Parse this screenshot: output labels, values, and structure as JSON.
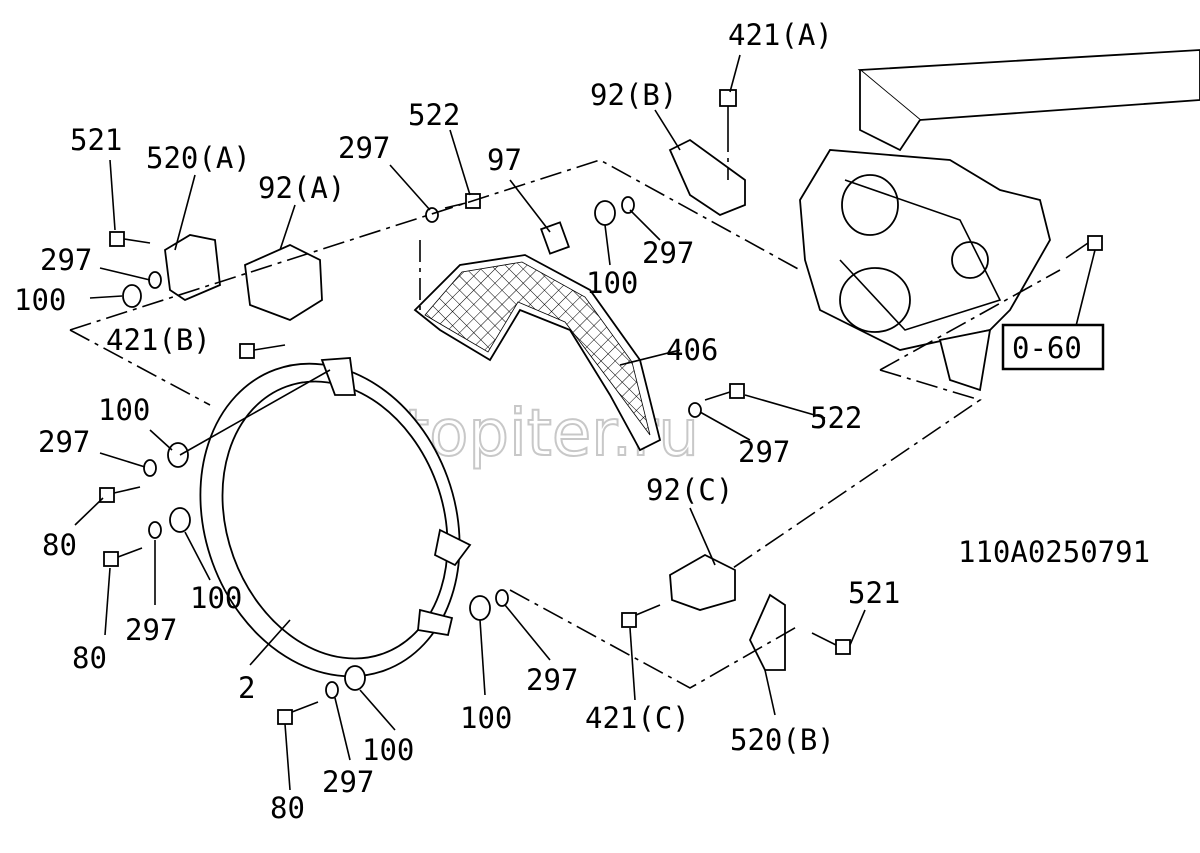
{
  "diagram": {
    "reference_code": "110A0250791",
    "cross_reference": "0-60",
    "watermark": "@ autopiter.ru",
    "labels": {
      "l421A": "421(A)",
      "l92B": "92(B)",
      "l522a": "522",
      "l297a": "297",
      "l97": "97",
      "l521a": "521",
      "l520A": "520(A)",
      "l92A": "92(A)",
      "l297b": "297",
      "l100a": "100",
      "l421B": "421(B)",
      "l100b": "100",
      "l297c": "297",
      "l406": "406",
      "l522b": "522",
      "l297d": "297",
      "l100c": "100",
      "l297e": "297",
      "l92C": "92(C)",
      "l80a": "80",
      "l100d": "100",
      "l297f": "297",
      "l80b": "80",
      "l521b": "521",
      "l2": "2",
      "l297g": "297",
      "l100e": "100",
      "l421C": "421(C)",
      "l520B": "520(B)",
      "l100f": "100",
      "l297h": "297",
      "l80c": "80"
    }
  }
}
